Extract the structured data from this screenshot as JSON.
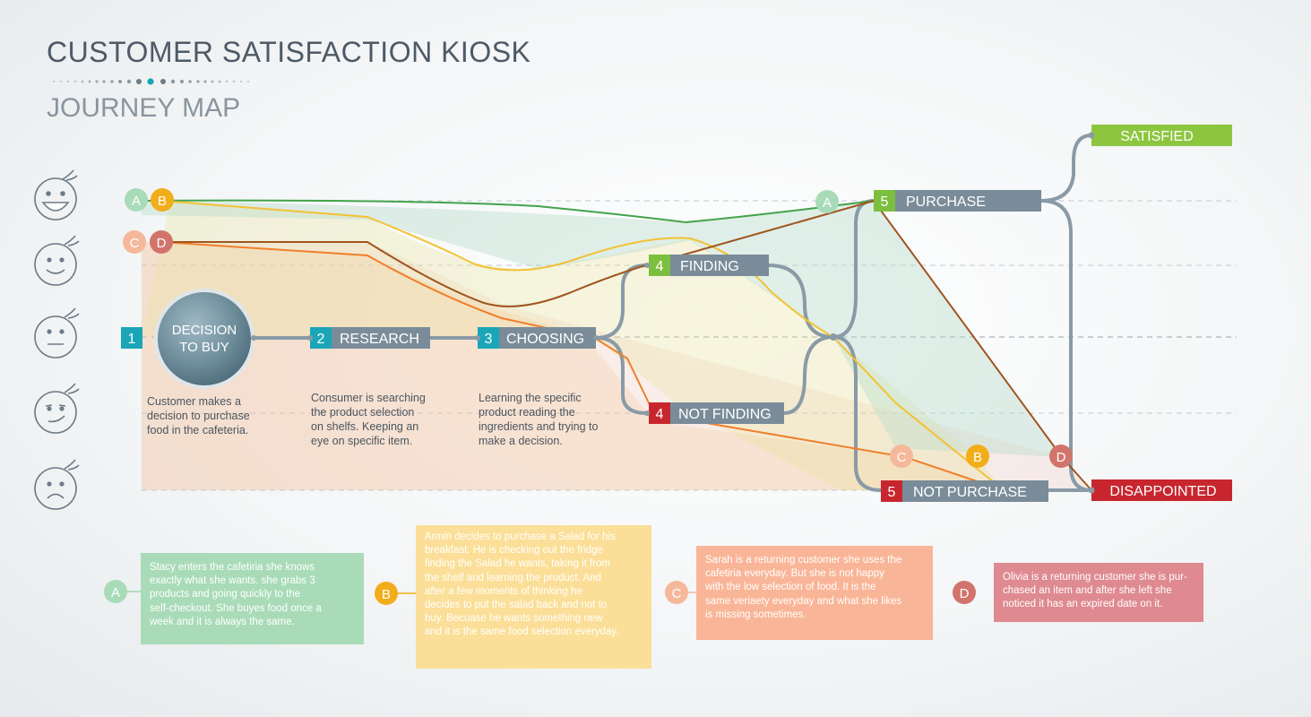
{
  "header": {
    "title": "CUSTOMER SATISFACTION KIOSK",
    "subtitle": "JOURNEY MAP"
  },
  "colors": {
    "teal": "#1ba6b7",
    "slate": "#7a8c99",
    "green_step": "#7cbf3e",
    "red_step": "#c8262e",
    "persona_a": "#43a34a",
    "persona_b": "#f2c233",
    "persona_c": "#f07f2b",
    "persona_d": "#a0551e",
    "satisfied": "#8cc63f",
    "disappointed": "#c8262e"
  },
  "emotions": [
    "very-happy-face-icon",
    "happy-face-icon",
    "neutral-face-icon",
    "smirk-face-icon",
    "sad-face-icon"
  ],
  "steps": {
    "decision": {
      "number": "1",
      "label_line1": "DECISION",
      "label_line2": "TO BUY"
    },
    "research": {
      "number": "2",
      "label": "RESEARCH"
    },
    "choosing": {
      "number": "3",
      "label": "CHOOSING"
    },
    "finding": {
      "number": "4",
      "label": "FINDING"
    },
    "not_finding": {
      "number": "4",
      "label": "NOT FINDING"
    },
    "purchase": {
      "number": "5",
      "label": "PURCHASE"
    },
    "not_purchase": {
      "number": "5",
      "label": "NOT PURCHASE"
    }
  },
  "outcomes": {
    "satisfied": "SATISFIED",
    "disappointed": "DISAPPOINTED"
  },
  "markers": {
    "a": "A",
    "b": "B",
    "c": "C",
    "d": "D"
  },
  "descriptions": {
    "decision": [
      "Customer makes a",
      "decision to purchase",
      "food in the cafeteria."
    ],
    "research": [
      "Consumer is searching",
      "the product selection",
      "on shelfs. Keeping an",
      "eye on specific item."
    ],
    "choosing": [
      "Learning the specific",
      "product reading the",
      "ingredients and trying to",
      "make a decision."
    ]
  },
  "stories": {
    "a": [
      "Stacy enters the cafetiria she knows",
      "exactly what she wants. she grabs 3",
      "products and going quickly to the",
      "self-checkout. She buyes food once a",
      "week and it is always the same."
    ],
    "b": [
      "Armin decides to purchase a Salad for his",
      "breakfast. He is checking out the fridge",
      "finding the Salad he wants,  taking it from",
      "the shelf and learning the product. And",
      "after a few moments of thinking he",
      "decides to put the salad back and not to",
      "buy. Becuase he wants something new",
      "and it is the same food selection everyday."
    ],
    "c": [
      "Sarah is a returning customer she uses the",
      "cafetiria everyday. But she is not happy",
      "with the low selection of food. It is the",
      "same veriaety everyday and what she likes",
      "is missing sometimes."
    ],
    "d": [
      "Olivia is a returning customer she is pur-",
      "chased an item and after she left she",
      "noticed it has an expired date on it."
    ]
  }
}
